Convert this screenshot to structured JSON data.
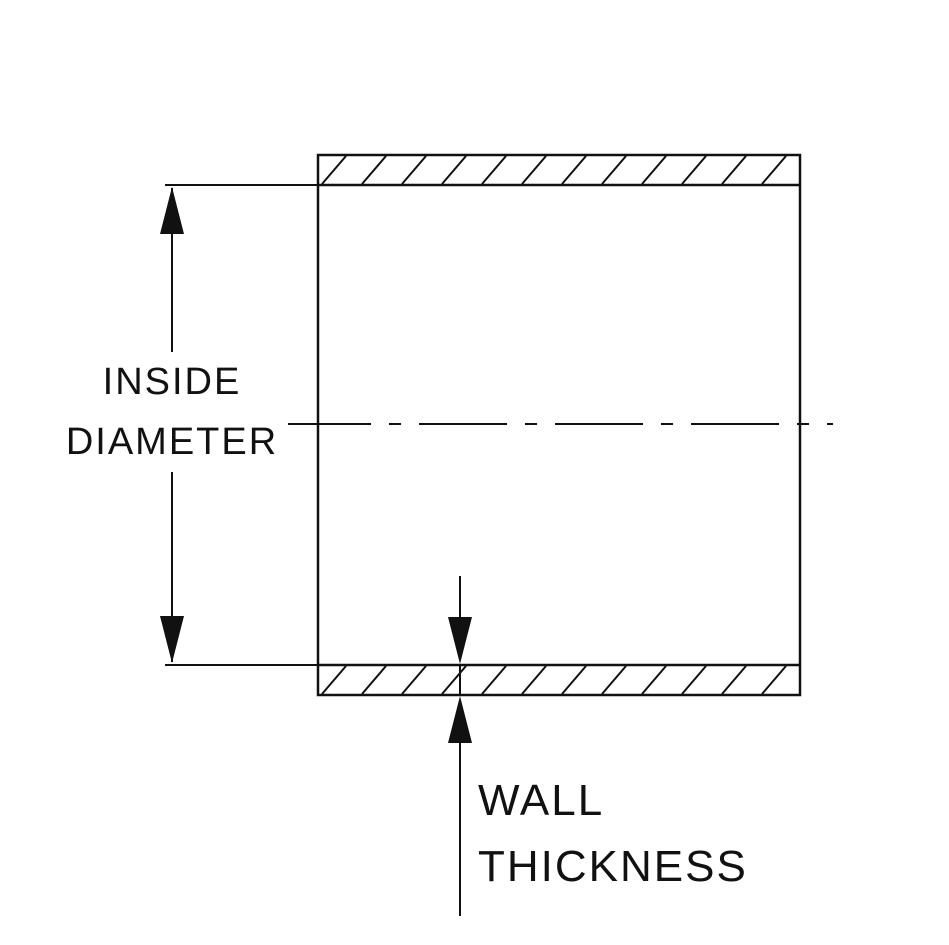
{
  "diagram": {
    "type": "engineering-cross-section",
    "subject": "hose/tube wall cross-section",
    "labels": {
      "inside_line1": "INSIDE",
      "inside_line2": "DIAMETER",
      "wall_line1": "WALL",
      "wall_line2": "THICKNESS"
    },
    "colors": {
      "line": "#111111",
      "background": "#ffffff"
    }
  }
}
